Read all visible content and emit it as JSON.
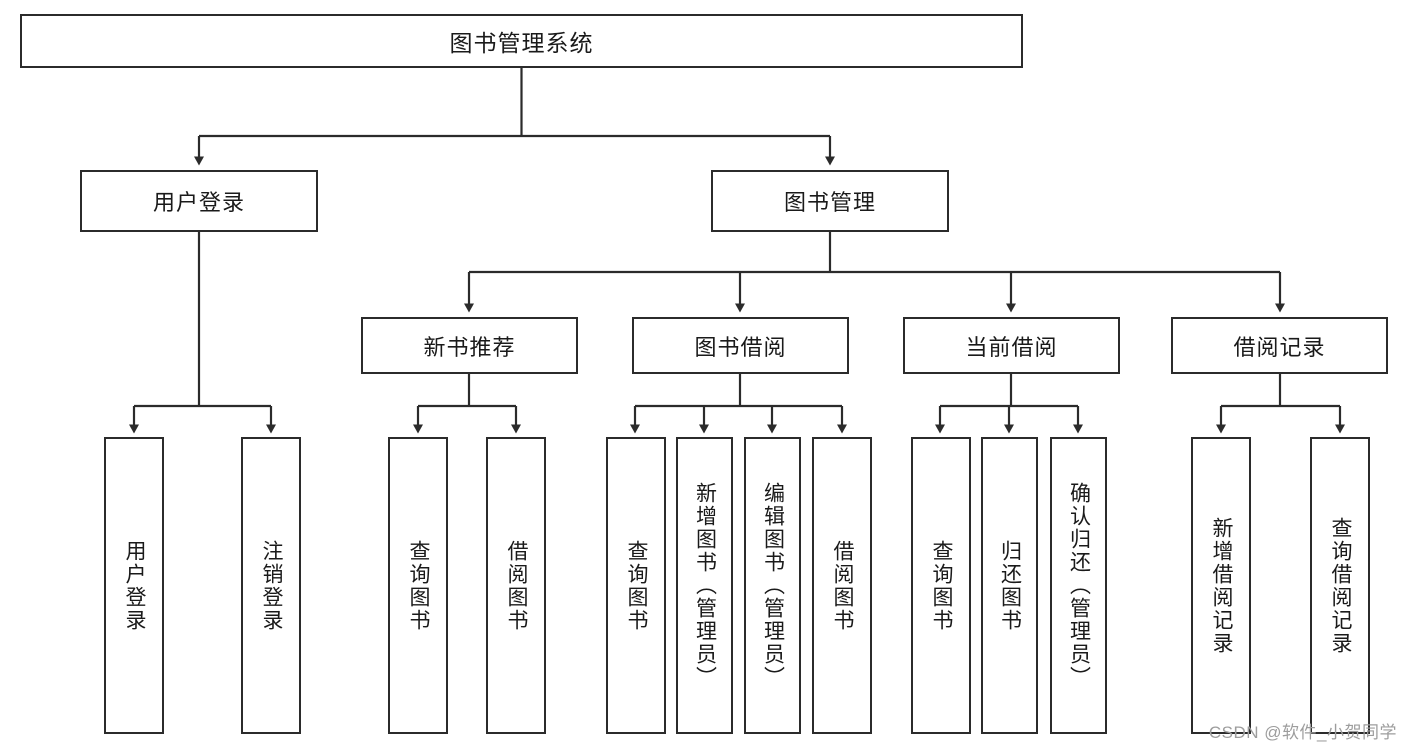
{
  "diagram": {
    "type": "tree-hierarchy",
    "title_node": {
      "label": "图书管理系统"
    },
    "level2": [
      {
        "id": "user-login",
        "label": "用户登录"
      },
      {
        "id": "book-management",
        "label": "图书管理"
      }
    ],
    "level3": [
      {
        "id": "new-book-recommend",
        "label": "新书推荐",
        "parent": "book-management"
      },
      {
        "id": "book-borrow",
        "label": "图书借阅",
        "parent": "book-management"
      },
      {
        "id": "current-borrow",
        "label": "当前借阅",
        "parent": "book-management"
      },
      {
        "id": "borrow-record",
        "label": "借阅记录",
        "parent": "book-management"
      }
    ],
    "leaves": {
      "user-login": [
        {
          "id": "leaf-user-login",
          "label": "用户登录"
        },
        {
          "id": "leaf-logout-login",
          "label": "注销登录"
        }
      ],
      "new-book-recommend": [
        {
          "id": "leaf-query-book-1",
          "label": "查询图书"
        },
        {
          "id": "leaf-borrow-book-1",
          "label": "借阅图书"
        }
      ],
      "book-borrow": [
        {
          "id": "leaf-query-book-2",
          "label": "查询图书"
        },
        {
          "id": "leaf-add-book",
          "label": "新增图书（管理员）"
        },
        {
          "id": "leaf-edit-book",
          "label": "编辑图书（管理员）"
        },
        {
          "id": "leaf-borrow-book-2",
          "label": "借阅图书"
        }
      ],
      "current-borrow": [
        {
          "id": "leaf-query-book-3",
          "label": "查询图书"
        },
        {
          "id": "leaf-return-book",
          "label": "归还图书"
        },
        {
          "id": "leaf-confirm-return",
          "label": "确认归还（管理员）"
        }
      ],
      "borrow-record": [
        {
          "id": "leaf-add-borrow-record",
          "label": "新增借阅记录"
        },
        {
          "id": "leaf-query-borrow-record",
          "label": "查询借阅记录"
        }
      ]
    }
  },
  "watermark": {
    "text": "CSDN @软件_小贺同学"
  },
  "colors": {
    "stroke": "#2b2b2b",
    "background": "#ffffff",
    "text": "#1a1a1a",
    "watermark": "#9d9d9d"
  }
}
